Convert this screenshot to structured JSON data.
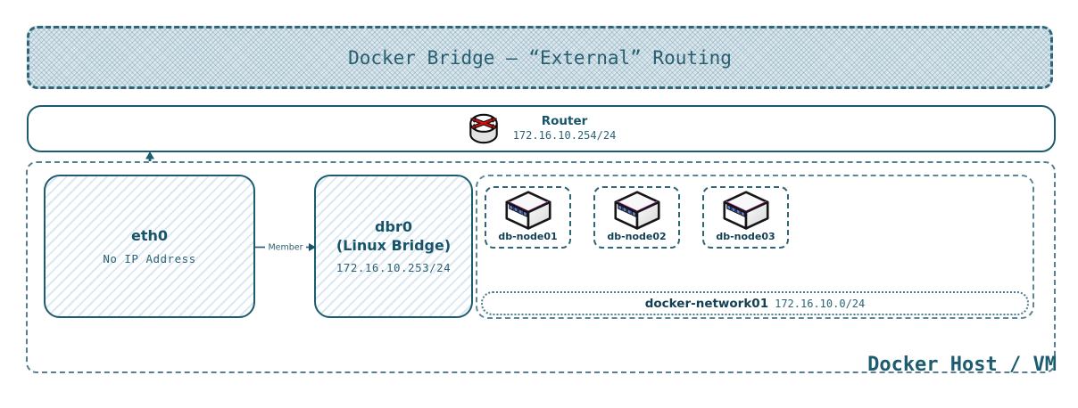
{
  "banner": {
    "title": "Docker Bridge – “External” Routing"
  },
  "router": {
    "label": "Router",
    "ip": "172.16.10.254/24"
  },
  "host": {
    "label": "Docker Host / VM",
    "eth0": {
      "name": "eth0",
      "note": "No IP Address"
    },
    "member_label": "Member",
    "dbr0": {
      "name": "dbr0",
      "subtitle": "(Linux Bridge)",
      "ip": "172.16.10.253/24"
    },
    "nodes": [
      {
        "label": "db-node01"
      },
      {
        "label": "db-node02"
      },
      {
        "label": "db-node03"
      }
    ],
    "network": {
      "name": "docker-network01",
      "subnet": "172.16.10.0/24"
    }
  },
  "icons": {
    "router": "router-icon",
    "server": "server-icon",
    "uplink": "double-arrow-icon",
    "member_arrow": "arrow-right-icon"
  },
  "colors": {
    "accent_teal": "#1d5b6f",
    "title_teal": "#275f70",
    "banner_fill": "#dbe7ed",
    "hatch_stripe": "#cfe3f1",
    "router_arrow_red": "#d40f0f",
    "server_port_blue": "#5b7fe0",
    "server_accent_pink": "#f161d8"
  }
}
